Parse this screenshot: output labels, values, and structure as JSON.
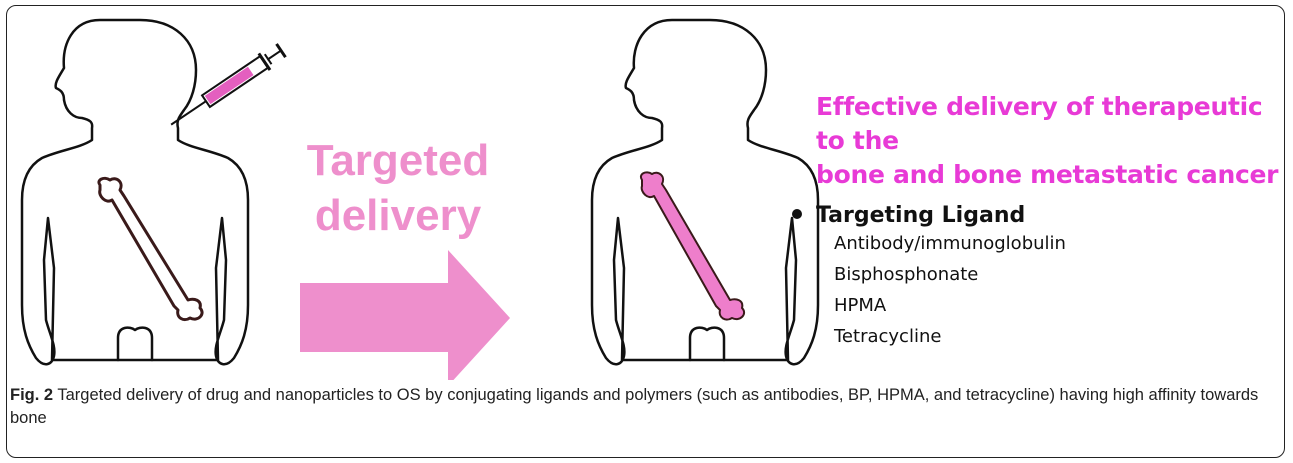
{
  "figure": {
    "arrow_text_line1": "Targeted",
    "arrow_text_line2": "delivery",
    "headline_line1": "Effective delivery of therapeutic to the",
    "headline_line2": "bone and bone metastatic cancer",
    "ligand_heading": "Targeting Ligand",
    "ligands": [
      "Antibody/immunoglobulin",
      "Bisphosphonate",
      "HPMA",
      "Tetracycline"
    ],
    "colors": {
      "accent_pink": "#ee8fcc",
      "headline_pink": "#e83ad6",
      "bone_pink": "#ee7ecb",
      "bone_outline": "#3a1a1a"
    }
  },
  "caption": {
    "label": "Fig. 2",
    "text": " Targeted delivery of drug and nanoparticles to OS by conjugating ligands and polymers (such as antibodies, BP, HPMA, and tetracycline) having high affinity towards bone"
  }
}
